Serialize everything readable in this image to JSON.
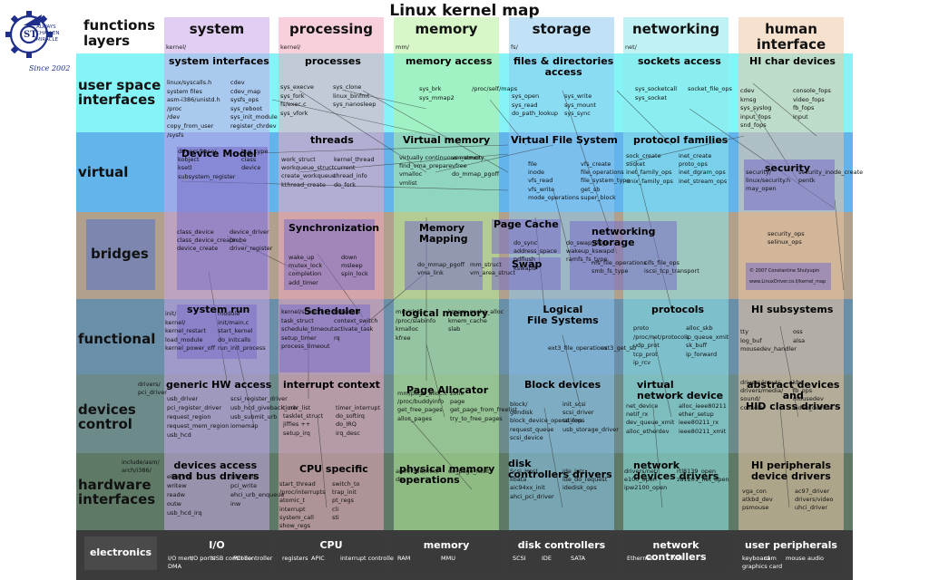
{
  "title": "Linux kernel map",
  "logo": {
    "lines": [
      "ALWAYS",
      "CHALLEN",
      "MIRACLE",
      "Since 2002"
    ]
  },
  "functions_layers": "functions\nlayers",
  "colors": {
    "system": "#c9a5e8",
    "processing": "#f2a9c0",
    "memory": "#b6f09a",
    "storage": "#8ec8f0",
    "networking": "#8ee8ea",
    "human": "#ecc8a6",
    "row_user": "#86f3f6",
    "row_virtual": "#63b4ea",
    "row_bridges": "#b0a08c",
    "row_functional": "#6a8fa8",
    "row_devices": "#6c8a8a",
    "row_hardware": "#5e7a66",
    "row_electronics": "#3b3b3b"
  },
  "columns": [
    {
      "key": "system",
      "title": "system",
      "path": "kernel/"
    },
    {
      "key": "processing",
      "title": "processing",
      "path": "kernel/"
    },
    {
      "key": "memory",
      "title": "memory",
      "path": "mm/"
    },
    {
      "key": "storage",
      "title": "storage",
      "path": "fs/"
    },
    {
      "key": "networking",
      "title": "networking",
      "path": "net/"
    },
    {
      "key": "human",
      "title": "human\ninterface",
      "path": ""
    }
  ],
  "rows": [
    {
      "key": "user",
      "label": "user space\ninterfaces"
    },
    {
      "key": "virtual",
      "label": "virtual"
    },
    {
      "key": "bridges",
      "label": "bridges"
    },
    {
      "key": "functional",
      "label": "functional"
    },
    {
      "key": "devices",
      "label": "devices\ncontrol"
    },
    {
      "key": "hardware",
      "label": "hardware\ninterfaces"
    },
    {
      "key": "electronics",
      "label": "electronics"
    }
  ],
  "headings": {
    "system_interfaces": "system interfaces",
    "processes": "processes",
    "memory_access": "memory access",
    "files_dirs": "files & directories\naccess",
    "sockets_access": "sockets access",
    "hi_char": "HI char devices",
    "device_model": "Device Model",
    "threads": "threads",
    "virtual_memory": "Virtual memory",
    "vfs": "Virtual File System",
    "protocol_families": "protocol families",
    "security": "security",
    "synchronization": "Synchronization",
    "memory_mapping": "Memory\nMapping",
    "page_cache": "Page Cache",
    "swap": "Swap",
    "networking_storage": "networking\nstorage",
    "system_run": "system run",
    "scheduler": "Scheduler",
    "logical_memory": "logical memory",
    "logical_fs": "Logical\nFile Systems",
    "protocols": "protocols",
    "hi_subsystems": "HI subsystems",
    "generic_hw": "generic HW access",
    "interrupt_context": "interrupt context",
    "page_allocator": "Page Allocator",
    "block_devices": "Block devices",
    "virtual_net": "virtual\nnetwork device",
    "abstract_devices": "abstract devices\nand\nHID class drivers",
    "devices_bus": "devices access\nand bus drivers",
    "cpu_specific": "CPU specific",
    "physical_memory": "physical memory\noperations",
    "disk_controllers": "disk\ncontrollers drivers",
    "network_drivers": "network\ndevices drivers",
    "hi_peripherals": "HI peripherals\ndevice drivers"
  },
  "labels": {
    "system_user": [
      "linux/syscalls.h",
      "system files",
      "asm-i386/unistd.h",
      "/proc",
      "/dev",
      "copy_from_user",
      "/sysfs",
      "cdev",
      "cdev_map",
      "sysfs_ops",
      "sys_reboot",
      "sys_init_module",
      "register_chrdev"
    ],
    "processing_user": [
      "sys_execve",
      "sys_fork",
      "fs/exec.c",
      "sys_vfork",
      "sys_clone",
      "linux_binfmt",
      "sys_nanosleep"
    ],
    "memory_user": [
      "sys_brk",
      "sys_mmap2",
      "/proc/self/maps"
    ],
    "storage_user": [
      "sys_open",
      "sys_read",
      "do_path_lookup",
      "sys_write",
      "sys_mount",
      "sys_sync"
    ],
    "net_user": [
      "sys_socketcall",
      "sys_socket",
      "socket_file_ops"
    ],
    "human_user": [
      "cdev",
      "kmsg",
      "sys_syslog",
      "input_fops",
      "snd_fops",
      "console_fops",
      "video_fops",
      "fb_fops",
      "input"
    ],
    "system_virtual": [
      "drivers/base/",
      "kobject",
      "ksetl",
      "subsystem_register",
      "bus_type",
      "class",
      "device"
    ],
    "processing_virtual": [
      "work_struct",
      "workqueue_struct",
      "create_workqueue",
      "kthread_create",
      "kernel_thread",
      "current",
      "thread_info",
      "do_fork"
    ],
    "memory_virtual": [
      "virtually continuous memory",
      "find_vma_prepare",
      "vmalloc",
      "vmlist",
      "vm_struct",
      "vfree",
      "do_mmap_pgoff"
    ],
    "storage_virtual": [
      "file",
      "inode",
      "vfs_read",
      "vfs_write",
      "mode_operations",
      "vfs_create",
      "file_operations",
      "file_system_type",
      "get_sb",
      "super_block"
    ],
    "net_virtual": [
      "sock_create",
      "socket",
      "inet_family_ops",
      "unix_family_ops",
      "inet_create",
      "proto_ops",
      "inet_dgram_ops",
      "inet_stream_ops"
    ],
    "human_virtual": [
      "security/",
      "linux/security.h",
      "may_open",
      "security_inode_create",
      "pentk"
    ],
    "system_bridges": [
      "class_device",
      "class_device_create",
      "device_create",
      "device_driver",
      "probe",
      "driver_register"
    ],
    "processing_bridges": [
      "wake_up",
      "mutex_lock",
      "completion",
      "add_timer",
      "down",
      "msleep",
      "spin_lock"
    ],
    "memory_bridges": [
      "do_mmap_pgoff",
      "vma_link",
      "mm_struct",
      "vm_area_struct"
    ],
    "storage_bridges": [
      "do_sync",
      "address_space",
      "pdflush",
      "kswapd",
      "do_swap_page",
      "wakeup_kswapd",
      "ramfs_fs_type"
    ],
    "net_bridges": [
      "nfs_file_operations",
      "smb_fs_type",
      "cifs_file_ops",
      "iscsi_tcp_transport"
    ],
    "human_bridges": [
      "security_ops",
      "selinux_ops",
      "© 2007 Constantine Shulyupin",
      "www.LinuxDriver.co.il/kernel_map"
    ],
    "system_functional": [
      "init/",
      "kernel/",
      "kernel_restart",
      "load_module",
      "kernel_power_off",
      "module",
      "init/main.c",
      "start_kernel",
      "do_initcalls",
      "run_init_process"
    ],
    "processing_functional": [
      "kernel/sched.c",
      "task_struct",
      "schedule_timeout",
      "setup_timer",
      "process_timeout",
      "schedule",
      "context_switch",
      "activate_task",
      "rq"
    ],
    "memory_functional": [
      "mm/slab.c",
      "/proc/slabinfo",
      "kmalloc",
      "kfree",
      "kmem_cache_alloc",
      "kmem_cache",
      "slab"
    ],
    "storage_functional": [
      "ext3_file_operations",
      "ext3_get_sb"
    ],
    "net_functional": [
      "proto",
      "/proc/net/protocols",
      "udp_prot",
      "tcp_prot",
      "ip_rcv",
      "alloc_skb",
      "ip_queue_xmit",
      "sk_buff",
      "ip_forward"
    ],
    "human_functional": [
      "tty",
      "log_buf",
      "mousedev_handler",
      "oss",
      "alsa"
    ],
    "system_devices": [
      "drivers/",
      "pci_driver",
      "usb_driver",
      "scsi_register_driver",
      "pci_register_driver",
      "usb_hcd_giveback_urb",
      "request_region",
      "usb_submit_urb",
      "request_mem_region",
      "iomemap",
      "usb_hcd"
    ],
    "processing_devices": [
      "timer_list",
      "tasklet_struct",
      "jiffies ++",
      "setup_irq",
      "timer_interrupt",
      "do_softirq",
      "do_IRQ",
      "irq_desc"
    ],
    "memory_devices": [
      "mm/page_alloc.c",
      "/proc/buddyinfo",
      "get_free_pages",
      "alloc_pages",
      "zone",
      "page",
      "get_page_from_freelist",
      "try_to_free_pages"
    ],
    "storage_devices": [
      "block/",
      "gendisk",
      "block_device_operations",
      "request_queue",
      "scsi_device",
      "init_scsi",
      "scsi_driver",
      "sd_fops",
      "usb_storage_driver"
    ],
    "net_devices": [
      "net_device",
      "netif_rx",
      "dev_queue_xmit",
      "alloc_etherdev",
      "alloc_ieee80211",
      "ether_setup",
      "ieee80211_rx",
      "ieee80211_xmit"
    ],
    "human_devices": [
      "drivers/input/",
      "drivers/media/",
      "sound/",
      "console",
      "kbd",
      "fb_ops",
      "mousedev",
      "video_device"
    ],
    "system_hardware": [
      "include/asm/",
      "arch/i386/",
      "ehci_irq",
      "pci_read",
      "writew",
      "pci_write",
      "readw",
      "ehci_urb_enqueue",
      "outw",
      "inw",
      "usb_hcd_irq"
    ],
    "processing_hardware": [
      "start_thread",
      "/proc/interrupts",
      "atomic_t",
      "interrupt",
      "system_call",
      "show_regs",
      "switch_to",
      "trap_init",
      "pt_regs",
      "cli",
      "sti"
    ],
    "memory_hardware": [
      "arch/i386/mm/",
      "die",
      "do_page_fault"
    ],
    "storage_hardware": [
      "Scsi_Host",
      "libata",
      "aic94xx_init",
      "ahci_pci_driver",
      "ide_intr",
      "ide_do_request",
      "idedisk_ops"
    ],
    "net_hardware": [
      "drivers/net/",
      "e100_open",
      "ipw2100_open",
      "rtl8139_open",
      "zd1201_net_open"
    ],
    "human_hardware": [
      "vga_con",
      "atkbd_dev",
      "psmouse",
      "ac97_driver",
      "drivers/video",
      "uhci_driver"
    ]
  },
  "electronics": [
    {
      "title": "I/O",
      "subs": [
        "I/O mem",
        "I/O ports",
        "USB controller",
        "PCI controller",
        "DMA"
      ]
    },
    {
      "title": "CPU",
      "subs": [
        "registers",
        "APIC",
        "interrupt controller"
      ]
    },
    {
      "title": "memory",
      "subs": [
        "RAM",
        "MMU"
      ]
    },
    {
      "title": "disk controllers",
      "subs": [
        "SCSI",
        "IDE",
        "SATA"
      ]
    },
    {
      "title": "network controllers",
      "subs": [
        "Ethernet",
        "WiFi"
      ]
    },
    {
      "title": "user peripherals",
      "subs": [
        "keyboard",
        "cam",
        "mouse",
        "audio",
        "graphics card"
      ]
    }
  ],
  "electronics_label": "electronics"
}
